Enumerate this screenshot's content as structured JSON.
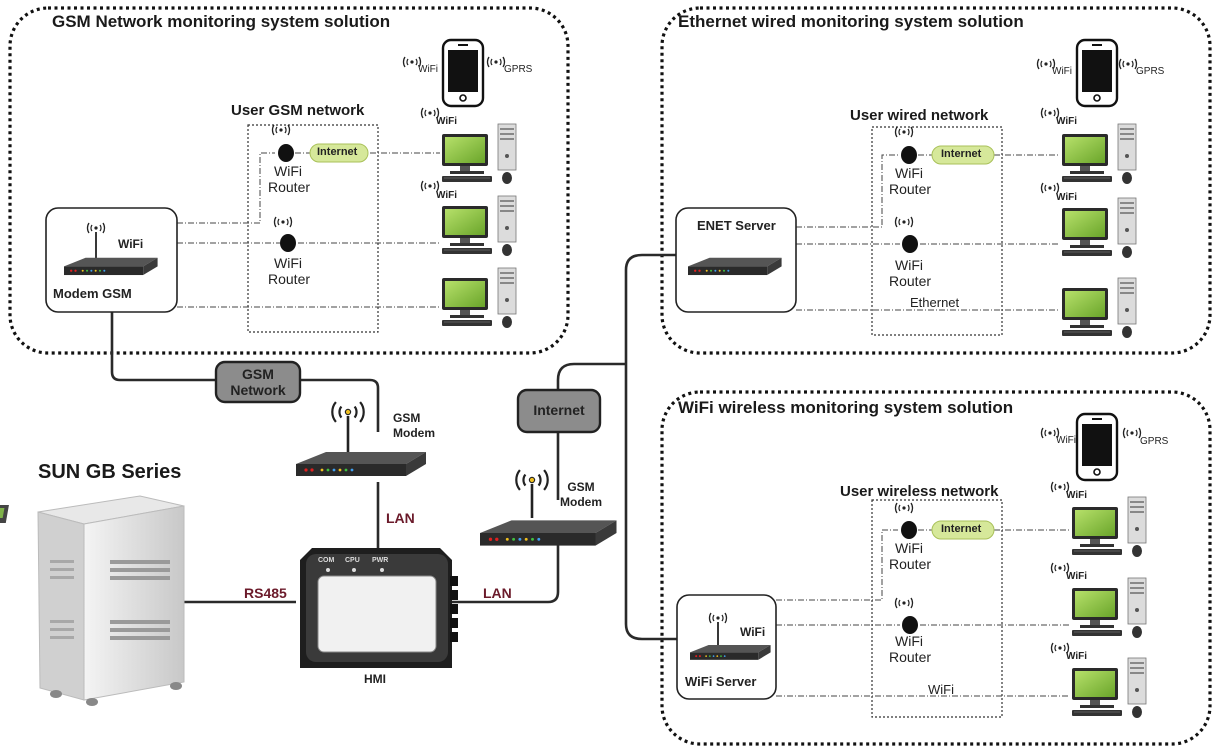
{
  "panels": {
    "gsm": {
      "title": "GSM Network monitoring system solution",
      "network_label": "User GSM network",
      "modem_label": "Modem GSM"
    },
    "ethernet": {
      "title": "Ethernet wired monitoring system solution",
      "network_label": "User wired network",
      "server_label": "ENET Server",
      "link_label": "Ethernet"
    },
    "wifi": {
      "title": "WiFi wireless monitoring system solution",
      "network_label": "User wireless network",
      "server_label": "WiFi Server",
      "link_label": "WiFi"
    }
  },
  "common": {
    "wifi": "WiFi",
    "gprs": "GPRS",
    "internet": "Internet",
    "wifi_router": [
      "WiFi",
      "Router"
    ]
  },
  "center": {
    "gsm_network": [
      "GSM",
      "Network"
    ],
    "internet_cloud": "Internet",
    "gsm_modem": [
      "GSM",
      "Modem"
    ],
    "lan": "LAN",
    "rs485": "RS485",
    "hmi": "HMI",
    "hmi_leds": [
      "COM",
      "CPU",
      "PWR"
    ],
    "product": "SUN GB Series"
  },
  "colors": {
    "screen": "#8cc63f",
    "pill": "#d6e89a",
    "cloud": "#8c8c8c",
    "maroon": "#6b1a2a"
  }
}
